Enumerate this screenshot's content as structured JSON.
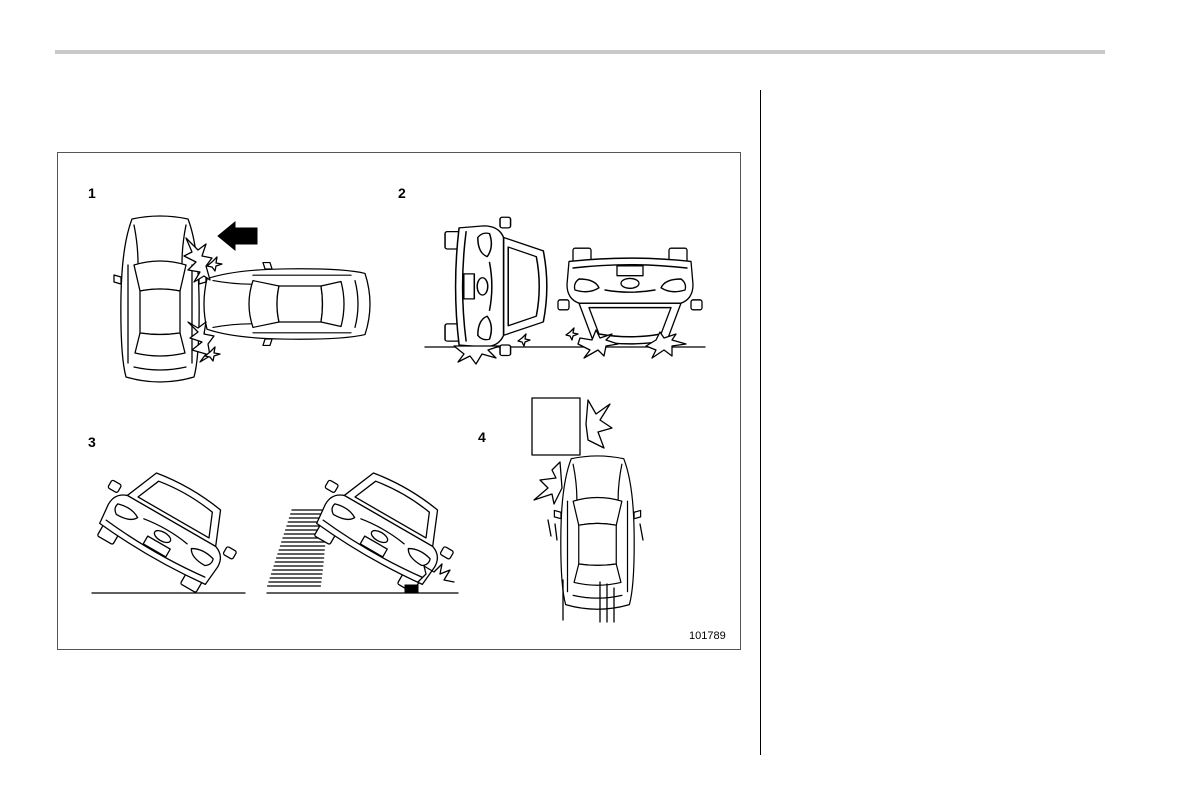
{
  "figure": {
    "panels": [
      {
        "label": "1"
      },
      {
        "label": "2"
      },
      {
        "label": "3"
      },
      {
        "label": "4"
      }
    ],
    "code": "101789"
  }
}
